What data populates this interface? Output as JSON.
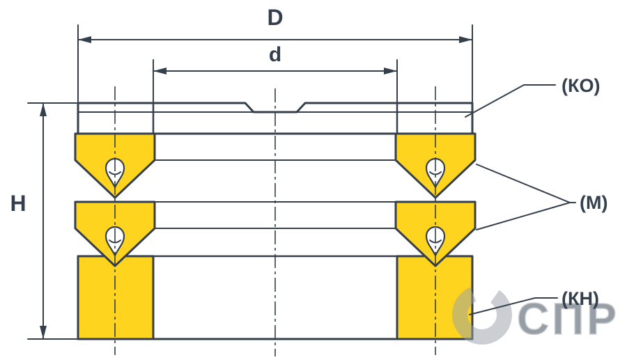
{
  "diagram": {
    "dimension_labels": {
      "outer_diameter": "D",
      "inner_diameter": "d",
      "height": "H"
    },
    "part_labels": {
      "pressure_ring": "(КО)",
      "cuff": "(М)",
      "support_ring": "(КН)"
    },
    "watermark": {
      "text": "СПР"
    },
    "colors": {
      "outline": "#343F4B",
      "seal_yellow": "#FFD41F",
      "background": "#FFFFFF",
      "watermark_gray": "#98A1A8"
    }
  }
}
